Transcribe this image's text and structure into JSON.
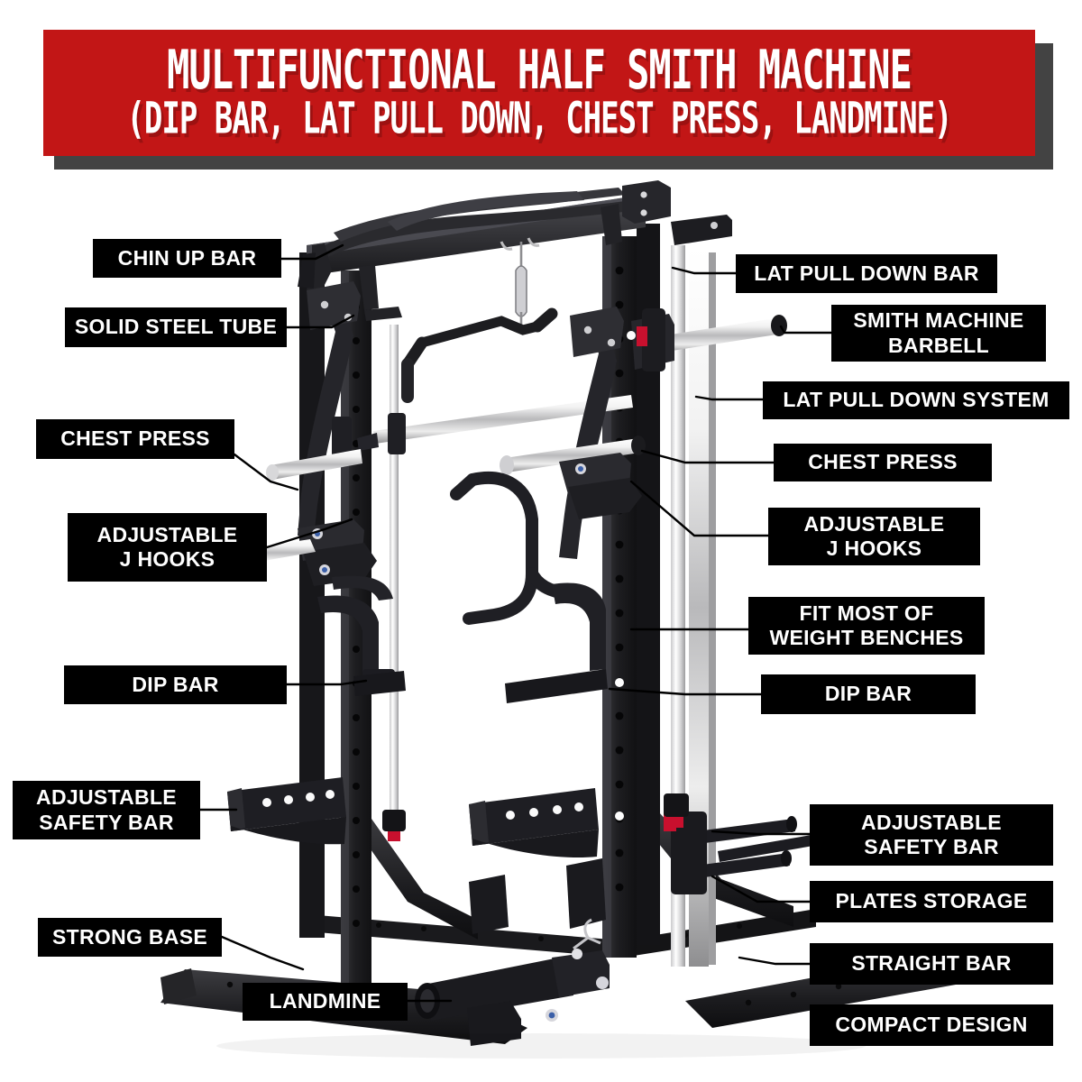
{
  "header": {
    "line1": "MULTIFUNCTIONAL HALF SMITH MACHINE",
    "line2": "(DIP BAR, LAT PULL DOWN, CHEST PRESS, LANDMINE)",
    "banner_color": "#c21616",
    "banner_shadow_color": "#434343",
    "text_color": "#ffffff"
  },
  "theme": {
    "label_bg": "#000000",
    "label_text": "#ffffff",
    "page_bg": "#ffffff",
    "leader_line_color": "#000000",
    "machine_frame_color": "#1b1b1d",
    "machine_accent_color": "#c8102e",
    "chrome_color": "#e8e8e8"
  },
  "callouts": {
    "left": [
      {
        "id": "chin-up-bar",
        "text": "CHIN UP BAR"
      },
      {
        "id": "solid-steel-tube",
        "text": "SOLID STEEL TUBE"
      },
      {
        "id": "chest-press-left",
        "text": "CHEST PRESS"
      },
      {
        "id": "adjustable-j-hooks-left",
        "text": "ADJUSTABLE\nJ HOOKS"
      },
      {
        "id": "dip-bar-left",
        "text": "DIP BAR"
      },
      {
        "id": "adjustable-safety-bar-left",
        "text": "ADJUSTABLE\nSAFETY BAR"
      },
      {
        "id": "strong-base",
        "text": "STRONG BASE"
      },
      {
        "id": "landmine",
        "text": "LANDMINE"
      }
    ],
    "right": [
      {
        "id": "lat-pull-down-bar",
        "text": "LAT PULL DOWN BAR"
      },
      {
        "id": "smith-machine-barbell",
        "text": "SMITH MACHINE\nBARBELL"
      },
      {
        "id": "lat-pull-down-system",
        "text": "LAT PULL DOWN SYSTEM"
      },
      {
        "id": "chest-press-right",
        "text": "CHEST PRESS"
      },
      {
        "id": "adjustable-j-hooks-right",
        "text": "ADJUSTABLE\nJ HOOKS"
      },
      {
        "id": "fit-most-weight-benches",
        "text": "FIT MOST OF\nWEIGHT BENCHES"
      },
      {
        "id": "dip-bar-right",
        "text": "DIP BAR"
      },
      {
        "id": "adjustable-safety-bar-right",
        "text": "ADJUSTABLE\nSAFETY BAR"
      },
      {
        "id": "plates-storage",
        "text": "PLATES STORAGE"
      },
      {
        "id": "straight-bar",
        "text": "STRAIGHT BAR"
      },
      {
        "id": "compact-design",
        "text": "COMPACT DESIGN"
      }
    ]
  },
  "product": {
    "name": "Multifunctional Half Smith Machine",
    "image_alt": "half smith machine rack with barbell, lat pull down tower and landmine attachment"
  }
}
